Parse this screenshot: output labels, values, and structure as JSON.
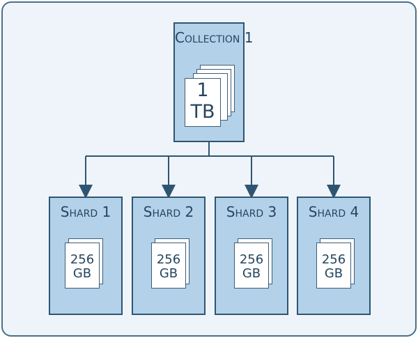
{
  "collection": {
    "title": "Collection 1",
    "size_value": "1",
    "size_unit": "TB"
  },
  "shards": [
    {
      "title": "Shard 1",
      "size_value": "256",
      "size_unit": "GB"
    },
    {
      "title": "Shard 2",
      "size_value": "256",
      "size_unit": "GB"
    },
    {
      "title": "Shard 3",
      "size_value": "256",
      "size_unit": "GB"
    },
    {
      "title": "Shard 4",
      "size_value": "256",
      "size_unit": "GB"
    }
  ],
  "colors": {
    "box_fill": "#b4d1ea",
    "box_border": "#2d5572",
    "text": "#26465e",
    "background": "#eef4f9"
  }
}
